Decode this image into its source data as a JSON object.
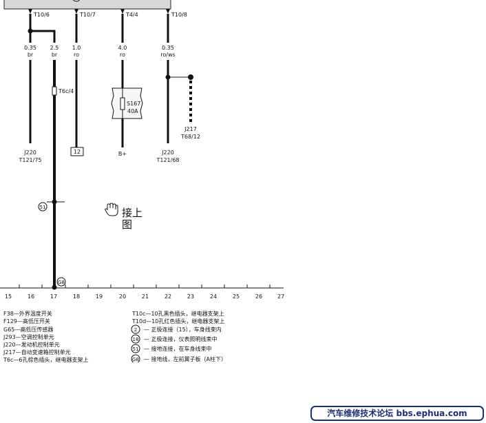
{
  "connectors": [
    {
      "id": "T10/6",
      "gauge": "0.35",
      "color": "br",
      "dest": [
        "J220",
        "T121/75"
      ]
    },
    {
      "id": "",
      "gauge": "2.5",
      "color": "br",
      "dest": []
    },
    {
      "id": "T10/7",
      "gauge": "1.0",
      "color": "ro",
      "dest": [
        "12"
      ]
    },
    {
      "id": "T4/4",
      "gauge": "4.0",
      "color": "ro",
      "dest": [
        "B+"
      ]
    },
    {
      "id": "T10/8",
      "gauge": "0.35",
      "color": "ro/ws",
      "dest": [
        "J220",
        "T121/68"
      ]
    }
  ],
  "fuse": {
    "name": "S167",
    "rating": "40A"
  },
  "plug_label": "T6c/4",
  "branch_dest": [
    "J217",
    "T68/12"
  ],
  "ground_point_label": "51",
  "ground_label": "G8",
  "continue_note": [
    "接上",
    "图"
  ],
  "ruler": [
    "15",
    "16",
    "17",
    "18",
    "19",
    "20",
    "21",
    "22",
    "23",
    "24",
    "25",
    "26",
    "27"
  ],
  "legend_left": [
    "F38—外界温度开关",
    "F129—高低压开关",
    "G65—高低压传感器",
    "J293—空调控制单元",
    "J220—发动机控制单元",
    "J217—自动变速箱控制单元",
    "T6c—6孔棕色插头，继电器支架上"
  ],
  "legend_right_plugs": [
    "T10c—10孔黑色插头，继电器支架上",
    "T10d—10孔红色插头，继电器支架上"
  ],
  "legend_right_marks": [
    {
      "mark": "2",
      "text": "— 正极连接（15），车身线束内"
    },
    {
      "mark": "18",
      "text": "— 正极连接，仪表照明线束中"
    },
    {
      "mark": "51",
      "text": "— 接地连接，在车身线束中"
    },
    {
      "mark": "G8",
      "text": "— 接地线，左前翼子板（A柱下）"
    }
  ],
  "watermark": "汽车维修技术论坛 bbs.ephua.com"
}
